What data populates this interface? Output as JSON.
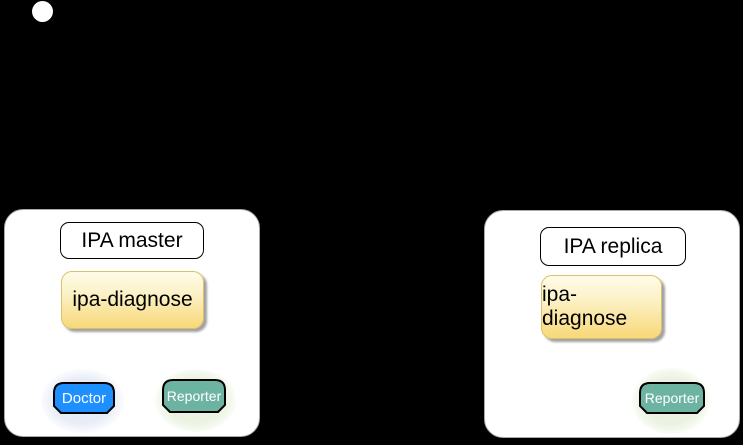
{
  "diagram": {
    "kind": "activity-diagram",
    "background_color": "#000000",
    "initial_node": "initial-state"
  },
  "master": {
    "title": "IPA master",
    "tool": "ipa-diagnose",
    "agents": {
      "doctor": "Doctor",
      "reporter": "Reporter"
    }
  },
  "replica": {
    "title": "IPA replica",
    "tool": "ipa-diagnose",
    "agents": {
      "reporter": "Reporter"
    }
  },
  "edges": [
    {
      "name": "master-tool-to-replica-tool",
      "from": "master.tool",
      "to": "replica.tool"
    },
    {
      "name": "replica-tool-to-master-tool",
      "from": "replica.tool",
      "to": "master.tool"
    },
    {
      "name": "master-doctor-to-tool",
      "from": "master.agents.doctor",
      "to": "master.tool"
    },
    {
      "name": "master-tool-to-doctor",
      "from": "master.tool",
      "to": "master.agents.doctor"
    },
    {
      "name": "master-reporter-to-tool",
      "from": "master.agents.reporter",
      "to": "master.tool"
    },
    {
      "name": "replica-reporter-to-tool",
      "from": "replica.agents.reporter",
      "to": "replica.tool"
    }
  ],
  "colors": {
    "tool_gradient_top": "#fefbe8",
    "tool_gradient_bottom": "#f8d878",
    "tool_shadow": "#919191",
    "doctor_fill": "#1e8fff",
    "reporter_fill": "#6db3a2",
    "doctor_halo": "#e7ecf6",
    "reporter_halo": "#ebf2e1",
    "container_fill": "#ffffff",
    "edge_stroke": "#000000"
  }
}
